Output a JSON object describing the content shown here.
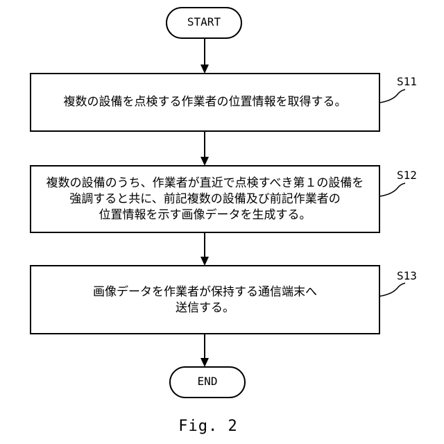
{
  "start": {
    "label": "START"
  },
  "steps": [
    {
      "id": "S11",
      "text": "複数の設備を点検する作業者の位置情報を取得する。"
    },
    {
      "id": "S12",
      "text": "複数の設備のうち、作業者が直近で点検すべき第１の設備を\n強調すると共に、前記複数の設備及び前記作業者の\n位置情報を示す画像データを生成する。"
    },
    {
      "id": "S13",
      "text": "画像データを作業者が保持する通信端末へ\n送信する。"
    }
  ],
  "end": {
    "label": "END"
  },
  "caption": "Fig. 2"
}
